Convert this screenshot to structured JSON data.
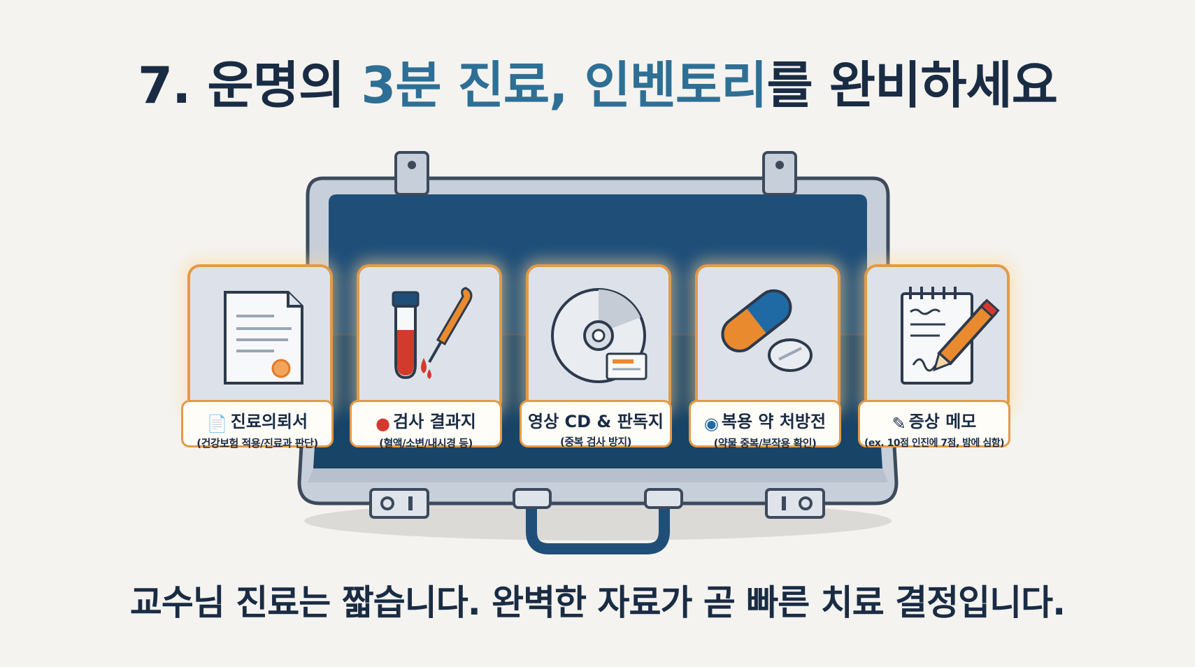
{
  "title": {
    "prefix": "7. 운명의 ",
    "accent1": "3분 진료, 인벤토리",
    "suffix": "를 완비하세요"
  },
  "subtitle": "교수님 진료는 짧습니다. 완벽한 자료가 곧 빠른 치료 결정입니다.",
  "items": [
    {
      "icon": "document-icon",
      "label": "진료의뢰서",
      "sub": "(건강보험 적용/진료과 판단)"
    },
    {
      "icon": "blood-drop-icon",
      "label": "검사 결과지",
      "sub": "(혈액/소변/내시경 등)"
    },
    {
      "icon": "cd-icon",
      "label": "영상 CD & 판독지",
      "sub": "(중복 검사 방지)"
    },
    {
      "icon": "pill-icon",
      "label": "복용 약 처방전",
      "sub": "(약물 중복/부작용 확인)"
    },
    {
      "icon": "memo-pencil-icon",
      "label": "증상 메모",
      "sub": "(ex. 10점 인진에 7점, 밤에 심함)"
    }
  ],
  "colors": {
    "navy": "#1a2c44",
    "accent": "#2e6f95",
    "orange": "#e39a45",
    "case": "#c7cfda",
    "case_inner": "#1f4f79"
  }
}
